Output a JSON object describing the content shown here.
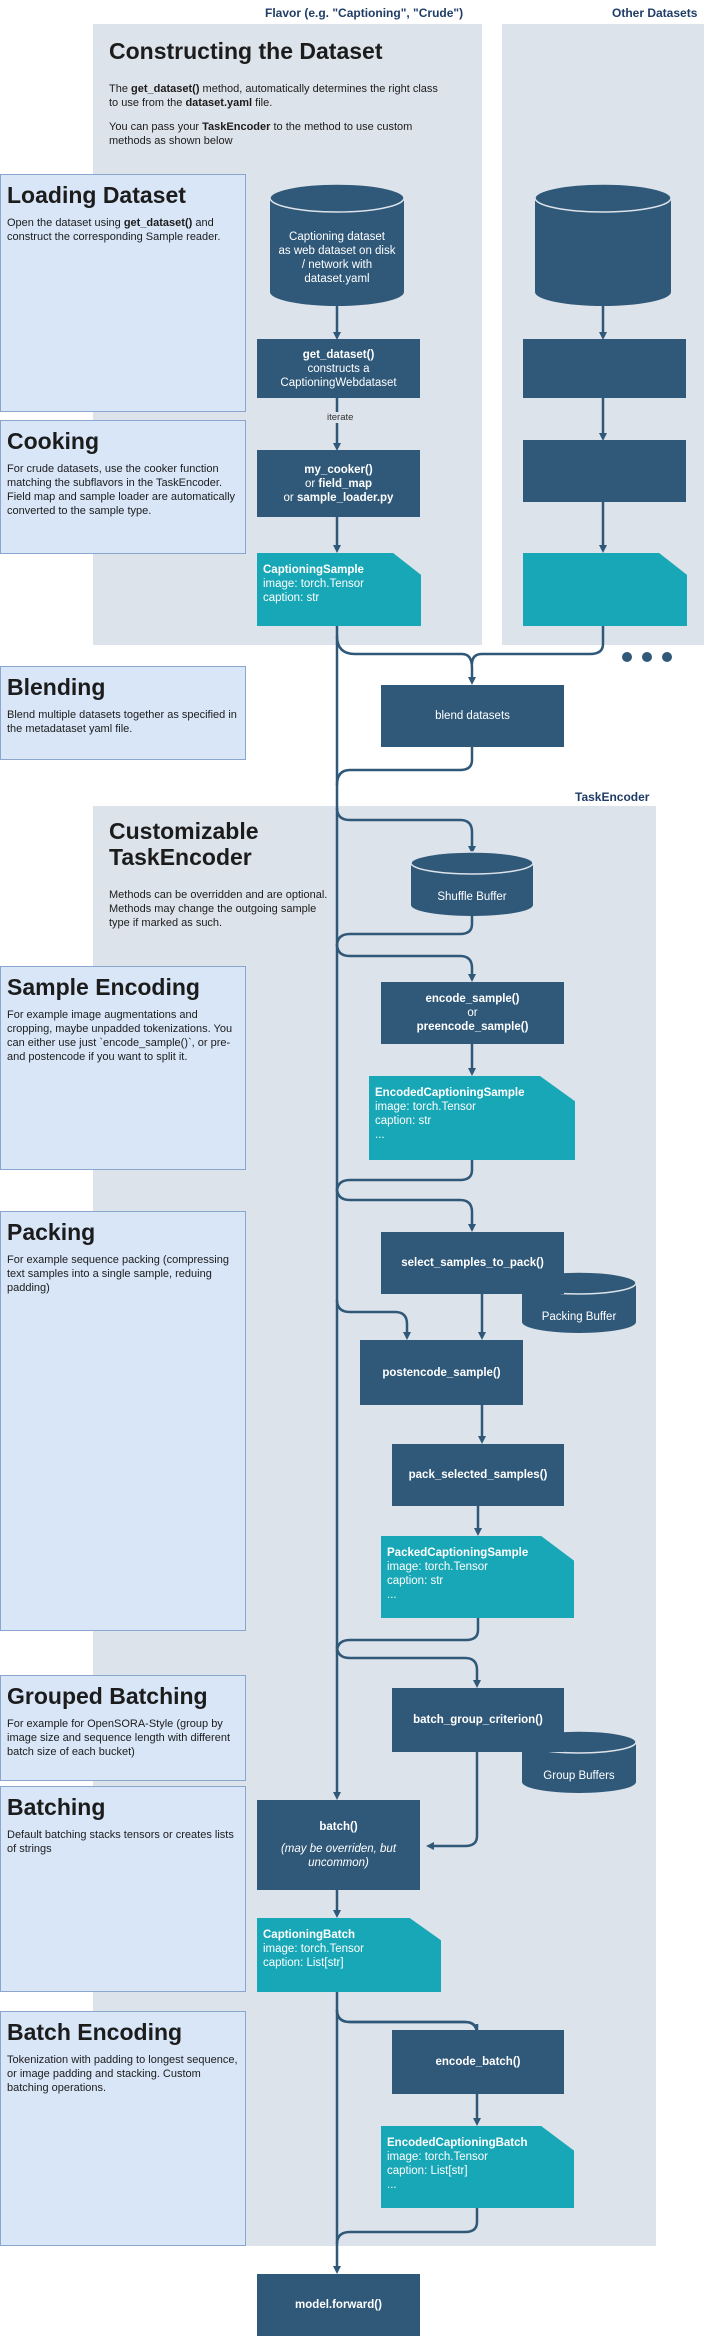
{
  "headers": {
    "flavor": "Flavor (e.g. \"Captioning\", \"Crude\")",
    "other": "Other Datasets",
    "taskencoder": "TaskEncoder"
  },
  "construct": {
    "title": "Constructing the Dataset",
    "p1_a": "The ",
    "p1_b": "get_dataset()",
    "p1_c": " method, automatically determines the right class to use from the ",
    "p1_d": "dataset.yaml",
    "p1_e": " file.",
    "p2_a": "You can pass your ",
    "p2_b": "TaskEncoder",
    "p2_c": " to the method to use custom methods as shown below"
  },
  "custom": {
    "title_line1": "Customizable",
    "title_line2": "TaskEncoder",
    "desc": "Methods can be overridden and are optional. Methods may change the outgoing sample type if marked as such."
  },
  "sections": {
    "loading": {
      "title": "Loading Dataset",
      "d_a": "Open the dataset using ",
      "d_b": "get_dataset()",
      "d_c": " and construct the corresponding Sample reader."
    },
    "cooking": {
      "title": "Cooking",
      "desc": "For crude datasets, use the cooker function matching the subflavors in the TaskEncoder. Field map and sample loader are automatically converted to the sample type."
    },
    "blending": {
      "title": "Blending",
      "desc": "Blend multiple datasets together as specified in the metadataset yaml file."
    },
    "sample_encoding": {
      "title": "Sample Encoding",
      "desc": "For example image augmentations and cropping, maybe unpadded tokenizations. You can either use just `encode_sample()`, or pre- and postencode if you want to split it."
    },
    "packing": {
      "title": "Packing",
      "desc": "For example sequence packing (compressing text samples into a single sample, reduing padding)"
    },
    "grouped": {
      "title": "Grouped Batching",
      "desc": "For example for OpenSORA-Style (group by image size and sequence length with different batch size of each bucket)"
    },
    "batching": {
      "title": "Batching",
      "desc": "Default batching stacks tensors or creates lists of strings"
    },
    "batch_encoding": {
      "title": "Batch Encoding",
      "desc": "Tokenization with padding to longest sequence, or image padding and stacking. Custom batching operations."
    }
  },
  "nodes": {
    "captioning_dataset": {
      "l1": "Captioning dataset",
      "l2": "as web dataset on disk",
      "l3": "/ network with",
      "l4": "dataset.yaml"
    },
    "get_dataset": {
      "l1": "get_dataset()",
      "l2": "constructs a",
      "l3": "CaptioningWebdataset"
    },
    "iterate": "iterate",
    "cooker": {
      "l1": "my_cooker()",
      "l2a": "or ",
      "l2b": "field_map",
      "l3a": "or ",
      "l3b": "sample_loader.py"
    },
    "captioning_sample": {
      "title": "CaptioningSample",
      "l1": "image: torch.Tensor",
      "l2": "caption: str"
    },
    "blend": "blend datasets",
    "shuffle": "Shuffle Buffer",
    "encode_sample": {
      "l1": "encode_sample()",
      "l2": "or",
      "l3": "preencode_sample()"
    },
    "encoded_sample": {
      "title": "EncodedCaptioningSample",
      "l1": "image: torch.Tensor",
      "l2": "caption: str",
      "l3": "..."
    },
    "select_samples": "select_samples_to_pack()",
    "packing_buffer": "Packing Buffer",
    "postencode": "postencode_sample()",
    "pack_selected": "pack_selected_samples()",
    "packed_sample": {
      "title": "PackedCaptioningSample",
      "l1": "image: torch.Tensor",
      "l2": "caption: str",
      "l3": "..."
    },
    "batch_group": "batch_group_criterion()",
    "group_buffers": "Group Buffers",
    "batch": {
      "l1": "batch()",
      "l2": "(may be overriden, but",
      "l3": "uncommon)"
    },
    "captioning_batch": {
      "title": "CaptioningBatch",
      "l1": "image: torch.Tensor",
      "l2": "caption: List[str]"
    },
    "encode_batch": "encode_batch()",
    "encoded_batch": {
      "title": "EncodedCaptioningBatch",
      "l1": "image: torch.Tensor",
      "l2": "caption: List[str]",
      "l3": "..."
    },
    "model_forward": "model.forward()"
  },
  "colors": {
    "dark_box": "#2f5879",
    "teal": "#17a7b6",
    "panel": "#dde3ea",
    "side": "#d8e6f8",
    "line": "#2f5879"
  }
}
